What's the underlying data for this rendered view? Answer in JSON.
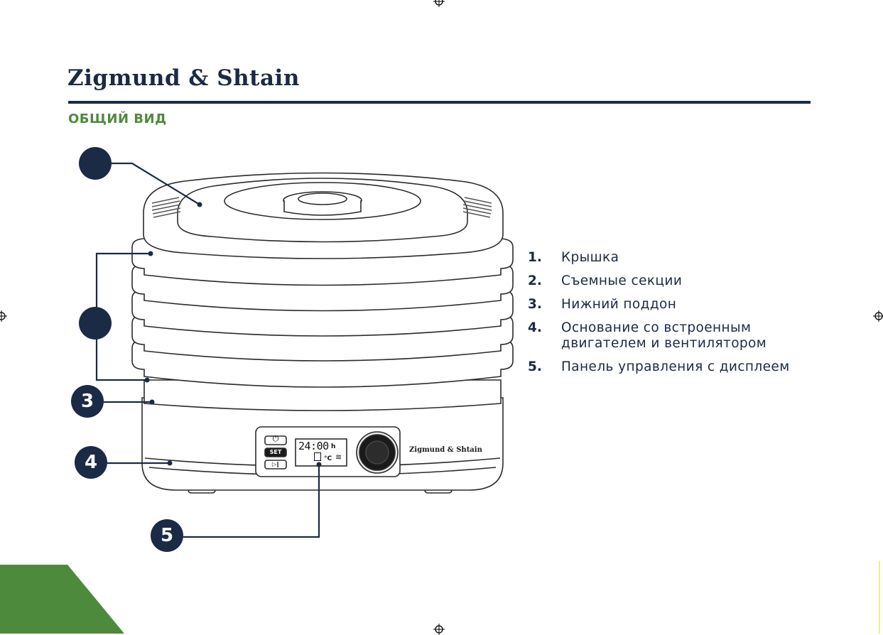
{
  "brand": "Zigmund & Shtain",
  "section_title": "ОБЩИЙ ВИД",
  "callouts": [
    "",
    "",
    "3",
    "4",
    "5"
  ],
  "legend": [
    {
      "num": "1.",
      "text": [
        "Крышка"
      ]
    },
    {
      "num": "2.",
      "text": [
        "Съемные секции"
      ]
    },
    {
      "num": "3.",
      "text": [
        "Нижний поддон"
      ]
    },
    {
      "num": "4.",
      "text": [
        "Основание со встроенным",
        "двигателем и вентилятором"
      ]
    },
    {
      "num": "5.",
      "text": [
        "Панель управления с дисплеем"
      ]
    }
  ],
  "device": {
    "display_time": "24:00",
    "display_time_unit": "h",
    "display_temp_unit": "°C",
    "set_button": "SET",
    "power_glyph": "⏻",
    "play_glyph": "▷‖",
    "base_brand": "Zigmund & Shtain"
  },
  "colors": {
    "navy": "#1b2a45",
    "green": "#4e8a3c",
    "outline": "#2b2b2b"
  }
}
